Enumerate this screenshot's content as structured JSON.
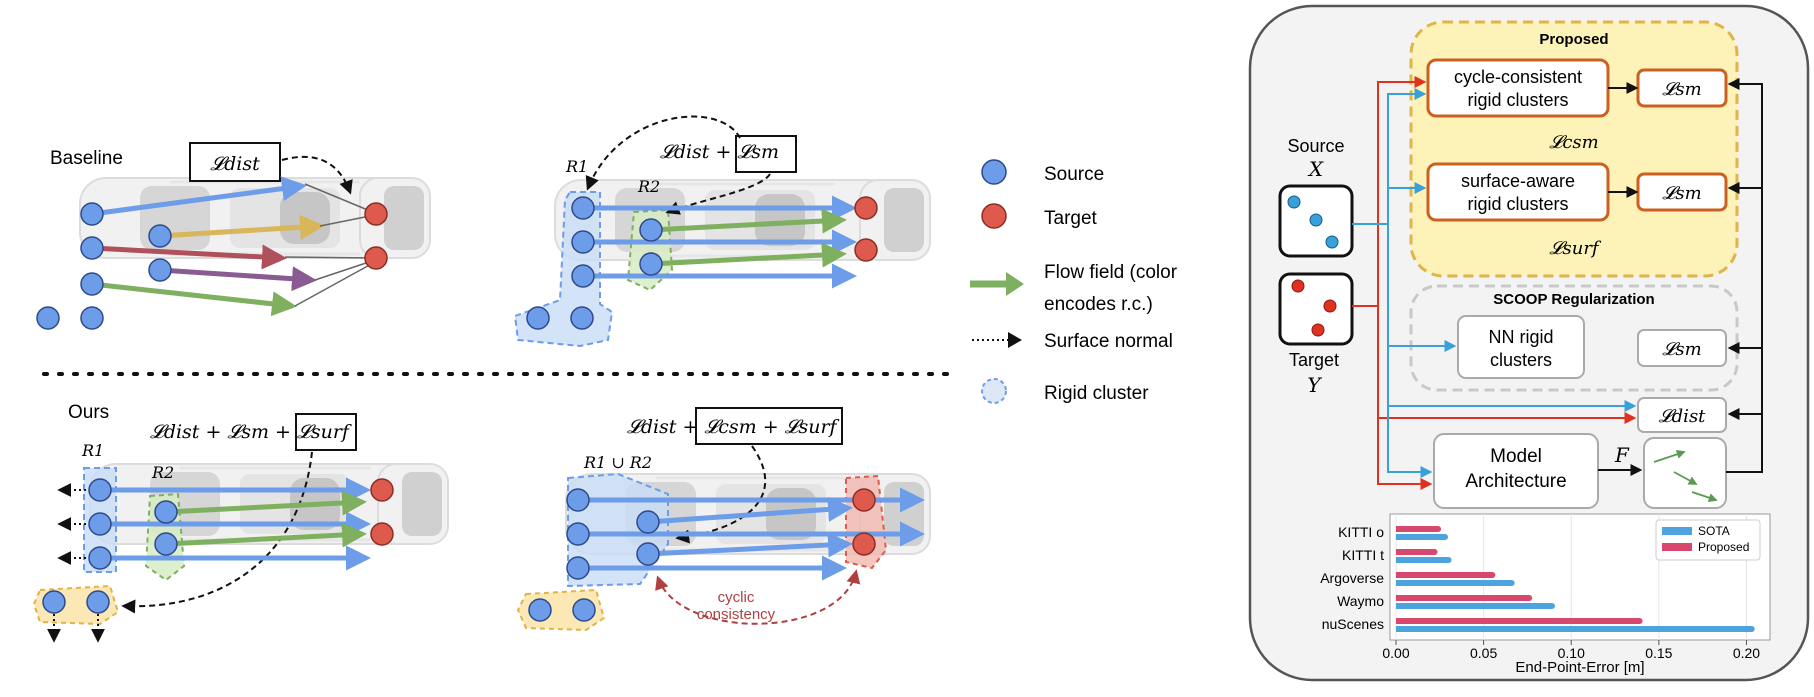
{
  "left": {
    "baseline_label": "Baseline",
    "ours_label": "Ours",
    "loss_dist": "𝓛dist",
    "loss_dist_sm": "𝓛dist + 𝓛sm",
    "loss_ours_left": "𝓛dist + 𝓛sm + 𝓛surf",
    "loss_ours_right": "𝓛dist + 𝓛csm + 𝓛surf",
    "r1": "R1",
    "r2": "R2",
    "r1_union_r2": "R1 ∪ R2",
    "cyclic_line1": "cyclic",
    "cyclic_line2": "consistency"
  },
  "legend": {
    "source": "Source",
    "target": "Target",
    "flow_line1": "Flow field (color",
    "flow_line2": "encodes r.c.)",
    "surface_normal": "Surface normal",
    "rigid_cluster": "Rigid cluster"
  },
  "right": {
    "proposed_title": "Proposed",
    "cycle_line1": "cycle-consistent",
    "cycle_line2": "rigid clusters",
    "surface_line1": "surface-aware",
    "surface_line2": "rigid clusters",
    "l_sm": "𝓛sm",
    "l_csm": "𝓛csm",
    "l_surf": "𝓛surf",
    "l_dist": "𝓛dist",
    "scoop_title": "SCOOP Regularization",
    "nn_line1": "NN rigid",
    "nn_line2": "clusters",
    "source_label": "Source",
    "source_var": "X",
    "target_label": "Target",
    "target_var": "Y",
    "model_line1": "Model",
    "model_line2": "Architecture",
    "f_var": "F"
  },
  "colors": {
    "source": "#6d9ce8",
    "target": "#de5a4c",
    "flow_blue": "#6d9ce8",
    "flow_green": "#7fb060",
    "flow_yellow": "#d9b65a",
    "flow_red": "#b0505a",
    "flow_purple": "#8a5a92",
    "proposed_bg": "#fdf2b8",
    "proposed_border": "#e0b449",
    "box_orange": "#cc6020",
    "arrow_red": "#e03020",
    "arrow_blue": "#3aa0d8",
    "sota": "#4da3dd",
    "proposed_bar": "#d8486e"
  },
  "chart_data": {
    "type": "bar",
    "orientation": "horizontal",
    "categories": [
      "KITTI o",
      "KITTI t",
      "Argoverse",
      "Waymo",
      "nuScenes"
    ],
    "series": [
      {
        "name": "SOTA",
        "values": [
          0.028,
          0.03,
          0.066,
          0.089,
          0.203
        ]
      },
      {
        "name": "Proposed",
        "values": [
          0.024,
          0.022,
          0.055,
          0.076,
          0.139
        ]
      }
    ],
    "xlabel": "End-Point-Error [m]",
    "xlim": [
      0,
      0.21
    ],
    "xticks": [
      "0.00",
      "0.05",
      "0.10",
      "0.15",
      "0.20"
    ],
    "tick_values": [
      0,
      0.05,
      0.1,
      0.15,
      0.2
    ],
    "legend_position": "top-right",
    "grid": true
  }
}
